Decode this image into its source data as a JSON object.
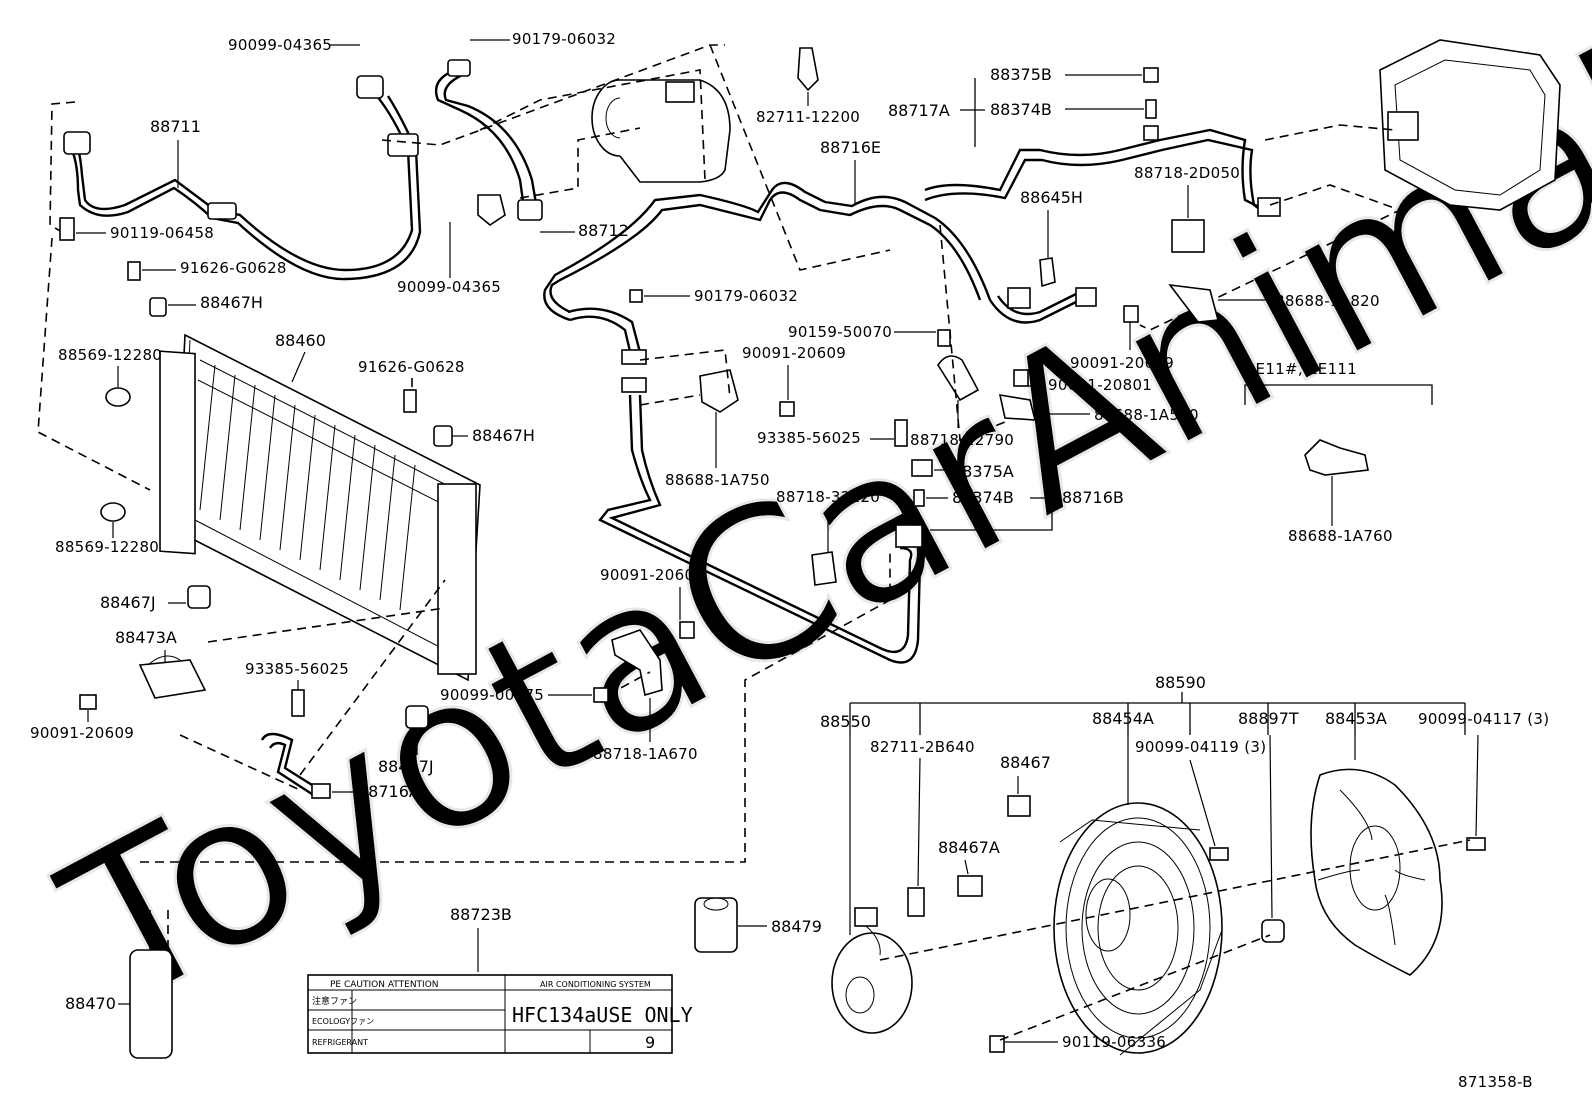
{
  "watermark": "ToyotaCarAnimalPro",
  "figure_id": "871358-B",
  "section_note": "AE11#, EE111",
  "labels": {
    "p90099_04365_a": "90099-04365",
    "p90179_06032_a": "90179-06032",
    "p88711": "88711",
    "p90119_06458": "90119-06458",
    "p88712": "88712",
    "p90099_04365_b": "90099-04365",
    "p91626_g0628_a": "91626-G0628",
    "p88467h_a": "88467H",
    "p88460": "88460",
    "p88569_12280_a": "88569-12280",
    "p91626_g0628_b": "91626-G0628",
    "p88467h_b": "88467H",
    "p88569_12280_b": "88569-12280",
    "p88467j_a": "88467J",
    "p88473a": "88473A",
    "p90091_20609_a": "90091-20609",
    "p93385_56025_a": "93385-56025",
    "p88467j_b": "88467J",
    "p88716a": "88716A",
    "p82711_12200": "82711-12200",
    "p88716e": "88716E",
    "p90179_06032_b": "90179-06032",
    "p90091_20609_b": "90091-20609",
    "p88688_1a750": "88688-1A750",
    "p93385_56025_b": "93385-56025",
    "p88718_32220": "88718-32220",
    "p90091_20609_c": "90091-20609",
    "p90099_00275": "90099-00275",
    "p88718_1a670": "88718-1A670",
    "p88375b": "88375B",
    "p88717a": "88717A",
    "p88374b_a": "88374B",
    "p88718_2d050": "88718-2D050",
    "p88645h": "88645H",
    "p88688_1a820": "88688-1A820",
    "p90159_50070": "90159-50070",
    "p90091_20609_d": "90091-20609",
    "p90091_20801": "90091-20801",
    "p88688_1a530": "88688-1A530",
    "p88718_12790": "88718-12790",
    "p88375a": "88375A",
    "p88374b_b": "88374B",
    "p88716b": "88716B",
    "p88688_1a760": "88688-1A760",
    "p88590": "88590",
    "p88550": "88550",
    "p82711_2b640": "82711-2B640",
    "p88454a": "88454A",
    "p90099_04119": "90099-04119 (3)",
    "p88897t": "88897T",
    "p88453a": "88453A",
    "p90099_04117": "90099-04117 (3)",
    "p88467": "88467",
    "p88467a": "88467A",
    "p88479": "88479",
    "p90119_06336": "90119-06336",
    "p88723b": "88723B",
    "p88470": "88470"
  },
  "caution_label": {
    "header_left": "PE  CAUTION  ATTENTION",
    "header_right": "AIR CONDITIONING SYSTEM",
    "row1": "注意ファン",
    "row2": "ECOLOGYファン",
    "row3": "REFRIGERANT",
    "big": "HFC134aUSE ONLY",
    "num": "9"
  }
}
